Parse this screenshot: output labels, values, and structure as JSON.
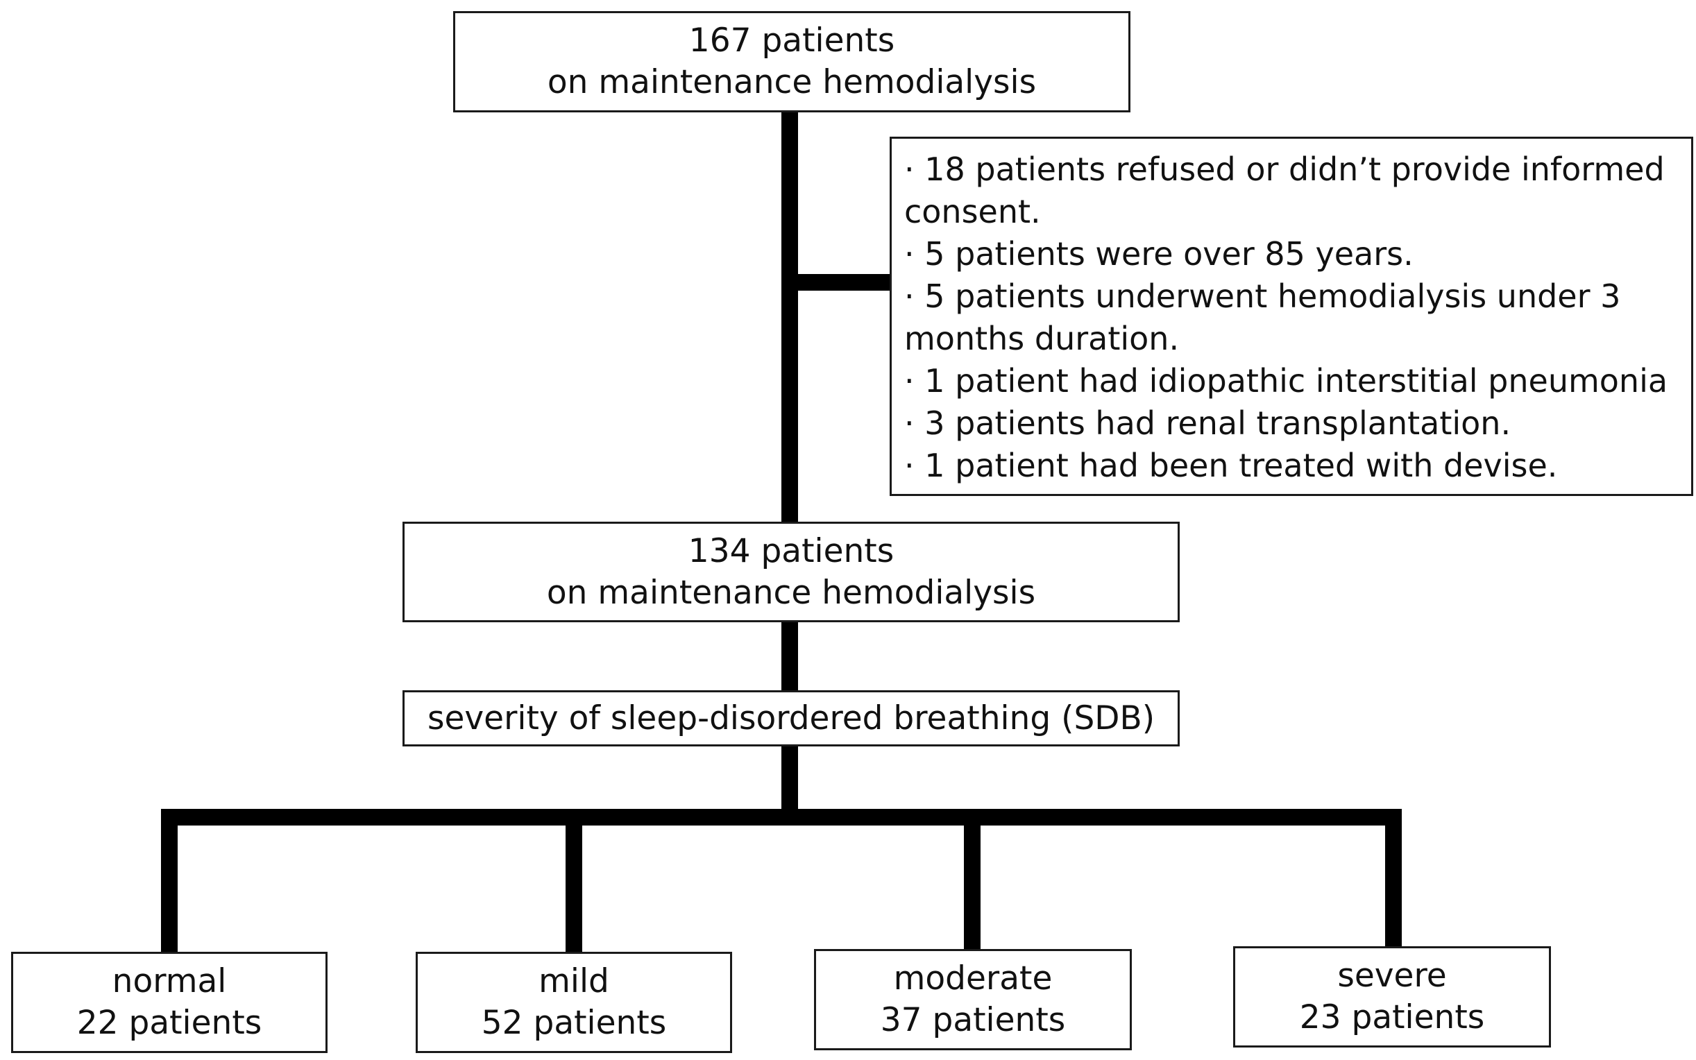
{
  "flowchart": {
    "top_box": {
      "count": "167 patients",
      "label": "on maintenance hemodialysis"
    },
    "exclusions": [
      "· 18 patients refused or didn’t provide informed",
      "consent.",
      "· 5 patients were over 85 years.",
      "· 5 patients underwent hemodialysis under 3",
      "months duration.",
      "· 1 patient had idiopathic interstitial pneumonia",
      "· 3 patients had renal transplantation.",
      "· 1 patient had been treated with devise."
    ],
    "middle_box": {
      "count": "134 patients",
      "label": "on maintenance hemodialysis"
    },
    "severity_box": {
      "label": "severity of sleep-disordered breathing (SDB)"
    },
    "groups": [
      {
        "category": "normal",
        "count": "22 patients"
      },
      {
        "category": "mild",
        "count": "52 patients"
      },
      {
        "category": "moderate",
        "count": "37 patients"
      },
      {
        "category": "severe",
        "count": "23 patients"
      }
    ]
  }
}
